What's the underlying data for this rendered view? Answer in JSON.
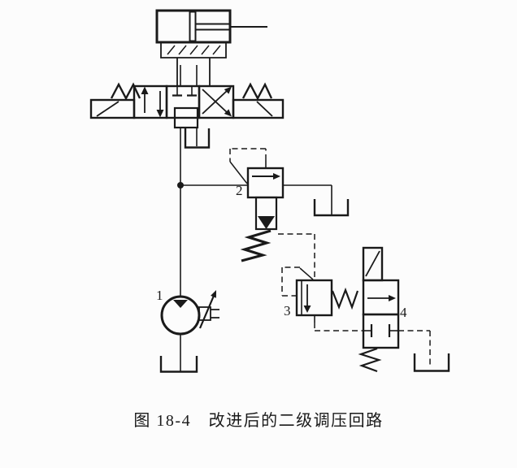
{
  "figure": {
    "caption": "图 18-4　改进后的二级调压回路"
  },
  "labels": {
    "pump": "1",
    "pilot_relief_valve": "2",
    "remote_pressure_valve": "3",
    "shutoff_valve": "4"
  },
  "colors": {
    "ink": "#1a1a1a",
    "background": "#fcfcfc"
  }
}
